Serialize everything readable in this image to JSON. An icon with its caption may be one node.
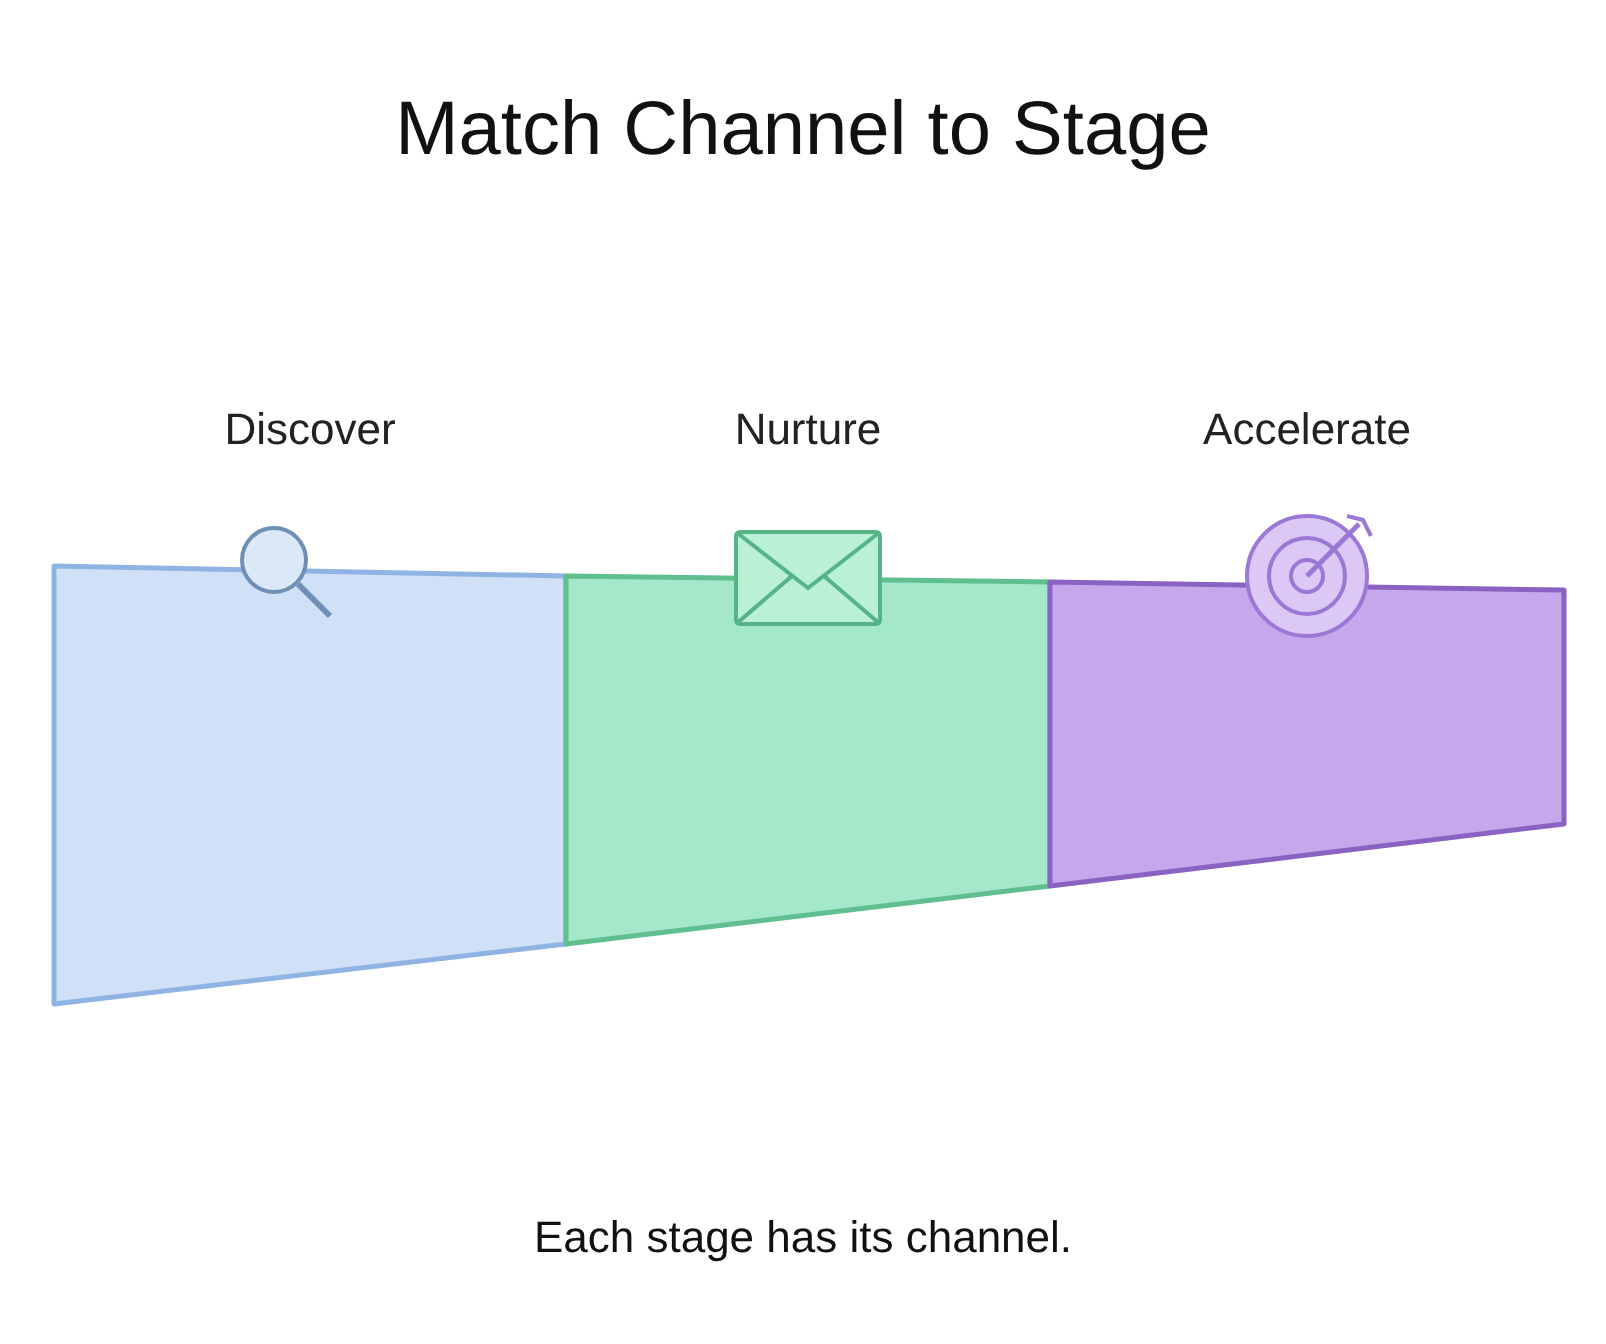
{
  "diagram": {
    "title": "Match Channel to Stage",
    "caption": "Each stage has its channel.",
    "nodes": [
      {
        "text": [
          "Discover"
        ]
      },
      {
        "text": [
          "Nurture"
        ]
      },
      {
        "text": [
          "Accelerate"
        ]
      }
    ]
  }
}
